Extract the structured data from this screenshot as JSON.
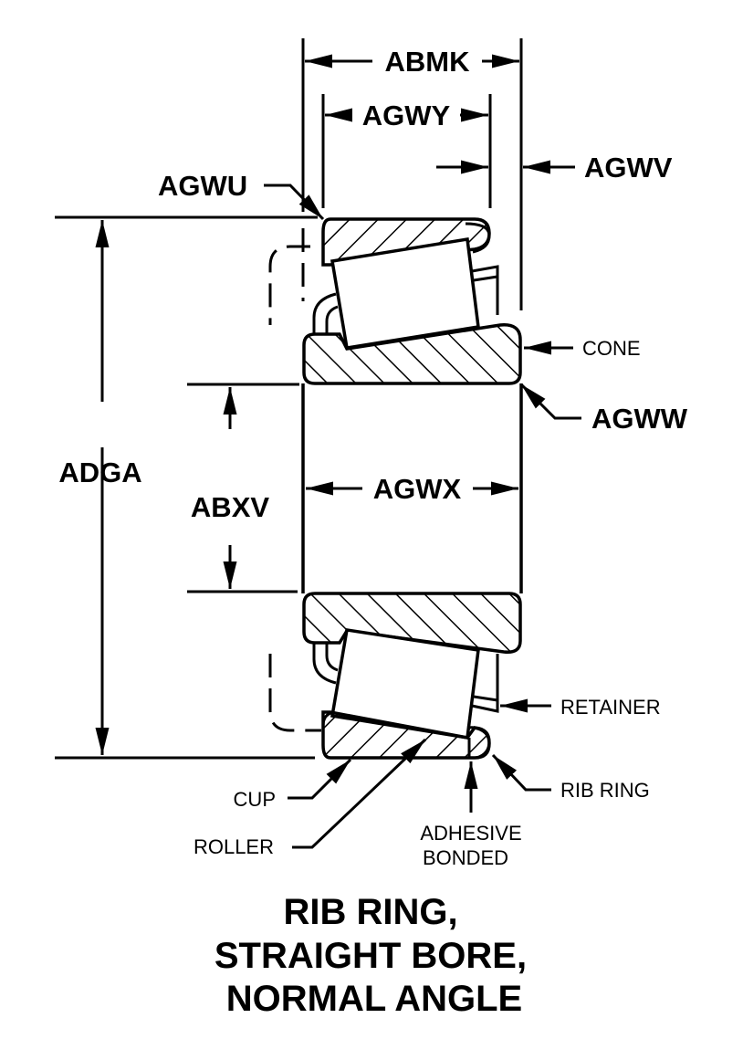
{
  "diagram": {
    "title_lines": [
      "RIB RING,",
      "STRAIGHT BORE,",
      "NORMAL ANGLE"
    ],
    "dimensions": {
      "abmk": "ABMK",
      "agwy": "AGWY",
      "agwv": "AGWV",
      "agwu": "AGWU",
      "agww": "AGWW",
      "agwx": "AGWX",
      "adga": "ADGA",
      "abxv": "ABXV"
    },
    "parts": {
      "cone": "CONE",
      "retainer": "RETAINER",
      "rib_ring": "RIB RING",
      "cup": "CUP",
      "roller": "ROLLER",
      "adhesive_line1": "ADHESIVE",
      "adhesive_line2": "BONDED"
    },
    "colors": {
      "ink": "#000000",
      "paper": "#ffffff"
    }
  }
}
